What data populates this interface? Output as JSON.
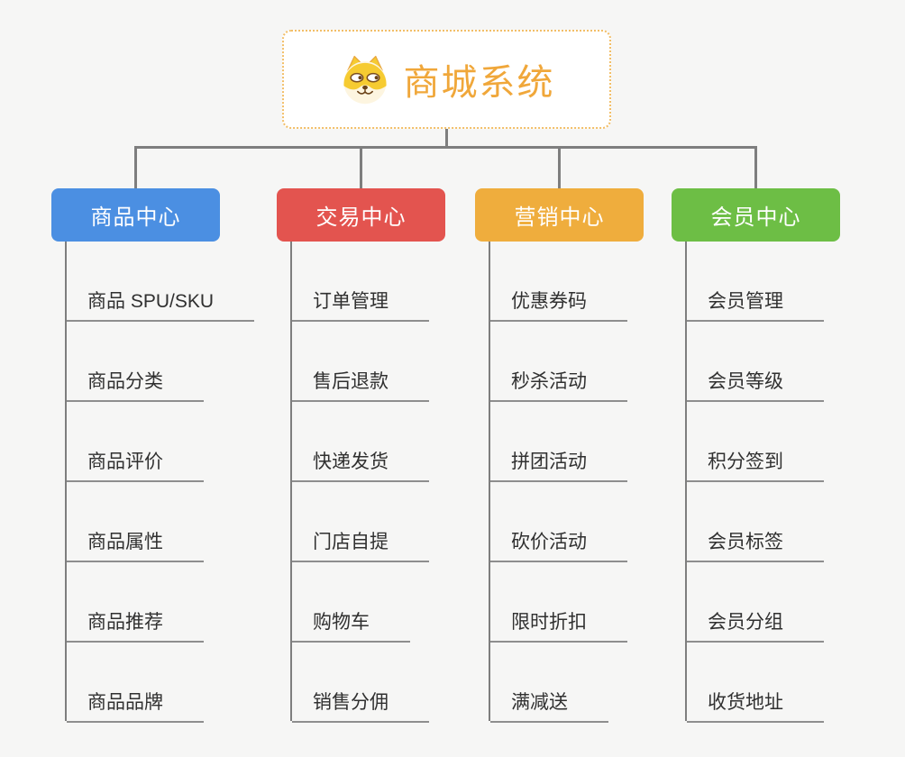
{
  "root": {
    "title": "商城系统",
    "icon": "dog-face-icon"
  },
  "colors": {
    "root_title": "#f0a73a",
    "root_border": "#f2be67",
    "connector": "#7e7e7e",
    "underline": "#8e8e8e",
    "leaf_text": "#303030",
    "background": "#f6f6f5"
  },
  "branches": [
    {
      "label": "商品中心",
      "color": "#4b8fe2",
      "children": [
        "商品 SPU/SKU",
        "商品分类",
        "商品评价",
        "商品属性",
        "商品推荐",
        "商品品牌"
      ]
    },
    {
      "label": "交易中心",
      "color": "#e3544f",
      "children": [
        "订单管理",
        "售后退款",
        "快递发货",
        "门店自提",
        "购物车",
        "销售分佣"
      ]
    },
    {
      "label": "营销中心",
      "color": "#efad3d",
      "children": [
        "优惠券码",
        "秒杀活动",
        "拼团活动",
        "砍价活动",
        "限时折扣",
        "满减送"
      ]
    },
    {
      "label": "会员中心",
      "color": "#6dbe45",
      "children": [
        "会员管理",
        "会员等级",
        "积分签到",
        "会员标签",
        "会员分组",
        "收货地址"
      ]
    }
  ]
}
